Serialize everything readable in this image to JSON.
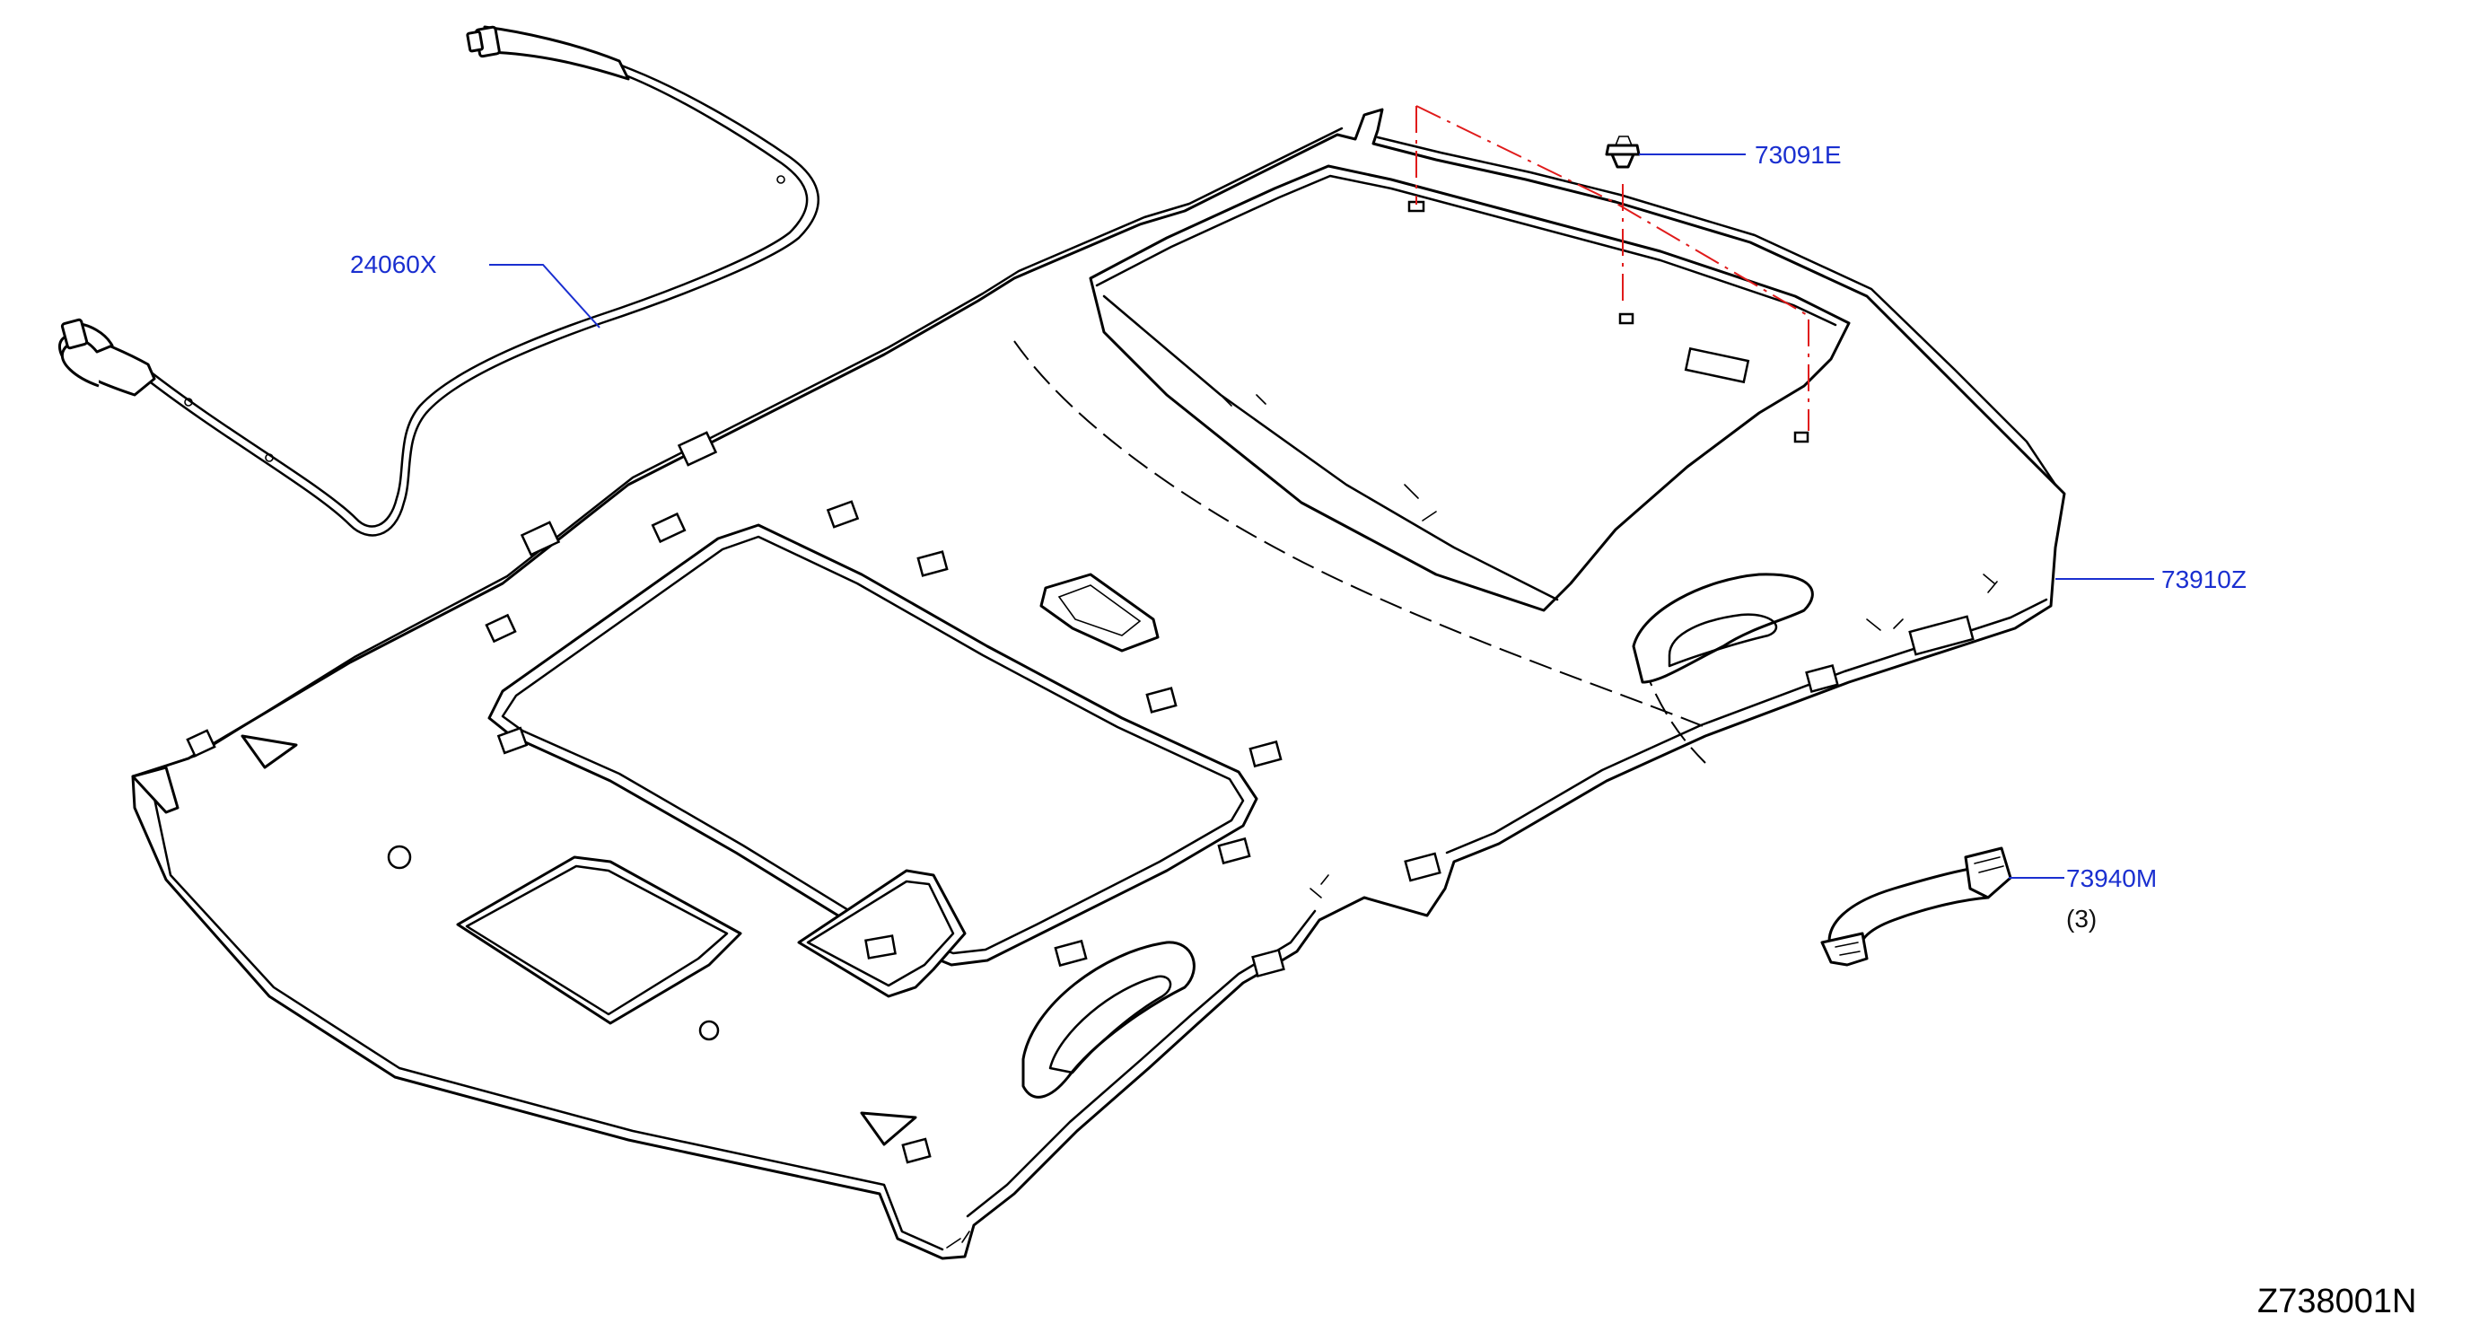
{
  "parts": [
    {
      "id": "cable",
      "label": "24060X"
    },
    {
      "id": "clip",
      "label": "73091E"
    },
    {
      "id": "headlining",
      "label": "73910Z"
    },
    {
      "id": "assist-grip",
      "label": "73940M",
      "quantity": "(3)"
    }
  ],
  "diagram_code": "Z738001N",
  "colors": {
    "label_text": "#1a2fd0",
    "leader_line": "#1a2fd0",
    "reference_line": "#e01b1b",
    "drawing_line": "#000000"
  }
}
